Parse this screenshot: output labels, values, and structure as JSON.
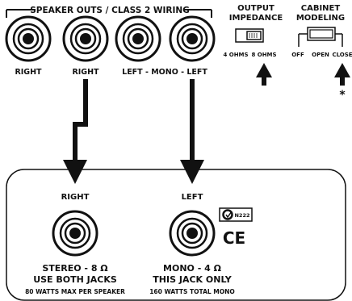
{
  "header": {
    "speaker_outs": "SPEAKER OUTS / CLASS 2 WIRING",
    "output_impedance_line1": "OUTPUT",
    "output_impedance_line2": "IMPEDANCE",
    "cabinet_modeling_line1": "CABINET",
    "cabinet_modeling_line2": "MODELING"
  },
  "jacks_top": {
    "label_right_1": "RIGHT",
    "label_right_2": "RIGHT",
    "label_left_mono": "LEFT - MONO - LEFT"
  },
  "impedance_switch": {
    "option_4": "4 OHMS",
    "option_8": "8 OHMS"
  },
  "cabinet_switch": {
    "option_off": "OFF",
    "option_open": "OPEN",
    "option_close": "CLOSE",
    "footnote_mark": "*"
  },
  "lower_panel": {
    "right_label": "RIGHT",
    "left_label": "LEFT",
    "right_line1": "STEREO - 8 Ω",
    "right_line2": "USE BOTH JACKS",
    "right_line3": "80 WATTS MAX PER SPEAKER",
    "left_line1": "MONO - 4 Ω",
    "left_line2": "THIS JACK ONLY",
    "left_line3": "160 WATTS TOTAL MONO",
    "ctick_code": "N222",
    "ce_mark": "CE"
  },
  "colors": {
    "ink": "#111111",
    "background": "#ffffff"
  }
}
